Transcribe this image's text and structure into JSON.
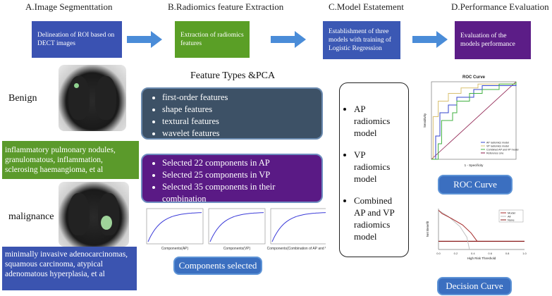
{
  "headers": {
    "a": "A.Image Segmenttation",
    "b": "B.Radiomics feature Extraction",
    "c": "C.Model Estatement",
    "d": "D.Performance Evaluation"
  },
  "steps": {
    "a": "Delineation of ROI based on DECT images",
    "b": "Extraction of radiomics features",
    "c": "Establishment of three models with training of Logistic Regression",
    "d": "Evaluation of the models performance"
  },
  "colors": {
    "step_a": "#3a52b2",
    "step_b": "#5a9f26",
    "step_c": "#3b58b4",
    "step_d": "#5c1d87",
    "arrow": "#4a8cd8",
    "feature_box": "#3d5166",
    "pca_box": "#5a1a85"
  },
  "left": {
    "benign_label": "Benign",
    "benign_desc": "inflammatory pulmonary nodules, granulomatous, inflammation, sclerosing haemangioma, et al",
    "malignance_label": "malignance",
    "malignance_desc": "minimally invasive adenocarcinomas, squamous carcinoma, atypical adenomatous hyperplasia, et al"
  },
  "middle": {
    "title": "Feature Types &PCA",
    "features": [
      "first-order features",
      "shape features",
      "textural features",
      "wavelet features"
    ],
    "pca": [
      "Selected 22 components in AP",
      "Selected 25 components in VP",
      "Selected 35 components in their combination"
    ],
    "components_label": "Components selected",
    "mini_plots": [
      {
        "xlabel": "Components(AP)",
        "n": 22
      },
      {
        "xlabel": "Components(VP)",
        "n": 25
      },
      {
        "xlabel": "Components(Combination of AP and VP)",
        "n": 35
      }
    ]
  },
  "models": [
    "AP radiomics model",
    "VP radiomics model",
    "Combined AP and VP radiomics model"
  ],
  "roc": {
    "title": "ROC Curve",
    "xlabel": "1 - Specificity",
    "ylabel": "Sensitivity",
    "legend": [
      "AP radiomics model",
      "VP radiomics model",
      "Combined AP and VP model",
      "Reference Line"
    ],
    "label": "ROC Curve"
  },
  "decision": {
    "xlabel": "High Risk Threshold",
    "ylabel": "Net Benefit",
    "legend": [
      "Model",
      "All",
      "None"
    ],
    "label": "Decision Curve"
  }
}
